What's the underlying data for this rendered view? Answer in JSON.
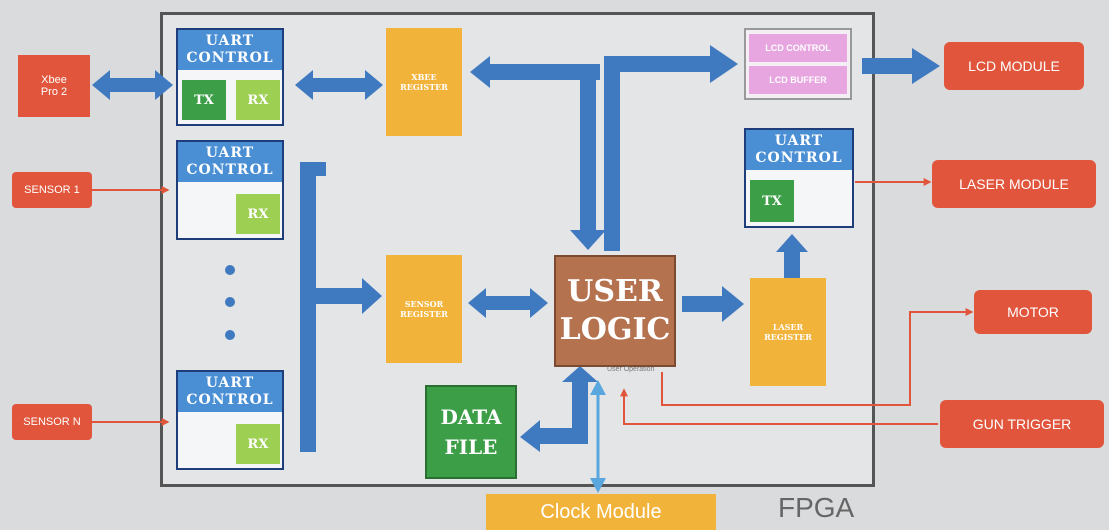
{
  "fpga": {
    "label": "FPGA"
  },
  "external": {
    "xbee": "Xbee\nPro 2",
    "sensor1": "SENSOR 1",
    "sensorN": "SENSOR N",
    "lcd_module": "LCD MODULE",
    "laser_module": "LASER MODULE",
    "motor": "MOTOR",
    "gun_trigger": "GUN TRIGGER",
    "clock_module": "Clock Module"
  },
  "uart_top": {
    "title": "UART\nCONTROL",
    "tx": "TX",
    "rx": "RX"
  },
  "uart_sensor1": {
    "title": "UART\nCONTROL",
    "rx": "RX"
  },
  "uart_sensorN": {
    "title": "UART\nCONTROL",
    "rx": "RX"
  },
  "uart_laser": {
    "title": "UART\nCONTROL",
    "tx": "TX"
  },
  "registers": {
    "xbee": "XBEE\nREGISTER",
    "sensor": "SENSOR\nREGISTER",
    "laser": "LASER\nREGISTER"
  },
  "lcd": {
    "control": "LCD CONTROL",
    "buffer": "LCD BUFFER"
  },
  "user_logic": {
    "title": "USER\nLOGIC",
    "caption": "User Operation"
  },
  "data_file": {
    "title": "DATA\nFILE"
  },
  "colors": {
    "arrow_blue": "#3f79c0",
    "uart_blue": "#4a8fd4",
    "tx_green": "#3d9e48",
    "rx_lightgreen": "#9ccf52",
    "register_orange": "#f2b33a",
    "external_red": "#e0553b",
    "logic_brown": "#b5724f",
    "lcd_pink": "#e7a6e0"
  }
}
